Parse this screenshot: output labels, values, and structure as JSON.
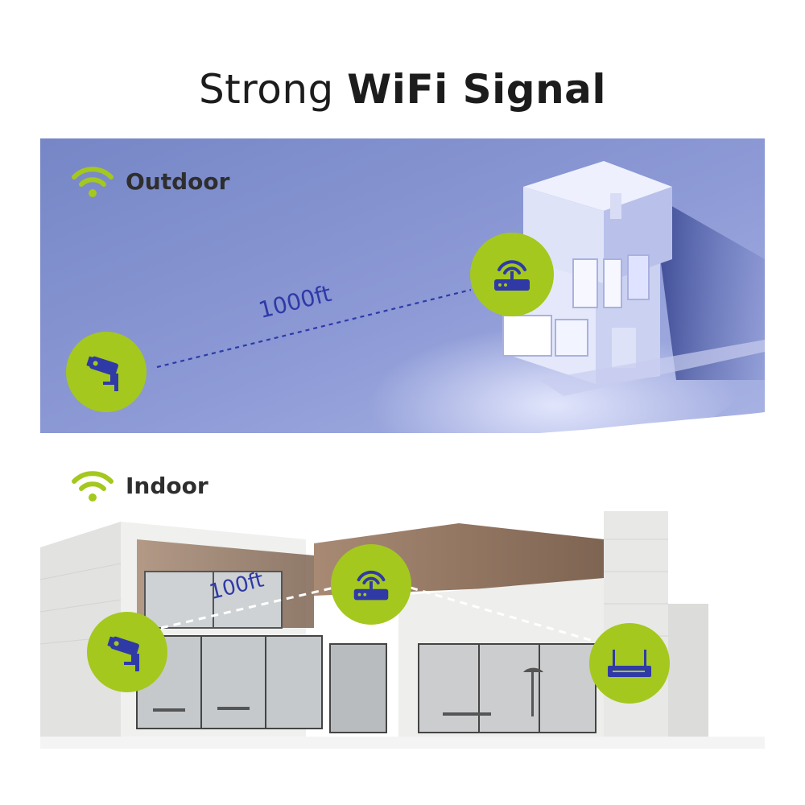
{
  "title": {
    "light": "Strong ",
    "bold": "WiFi Signal"
  },
  "outdoor": {
    "label": "Outdoor",
    "distance": "1000ft"
  },
  "indoor": {
    "label": "Indoor",
    "distance": "100ft"
  },
  "colors": {
    "accent_green": "#a4c81e",
    "icon_blue": "#2f3aa6",
    "outdoor_bg": "#7f8fcb"
  },
  "icons": {
    "wifi": "wifi-icon",
    "camera": "security-camera-icon",
    "router": "router-icon",
    "nvr": "nvr-icon"
  }
}
